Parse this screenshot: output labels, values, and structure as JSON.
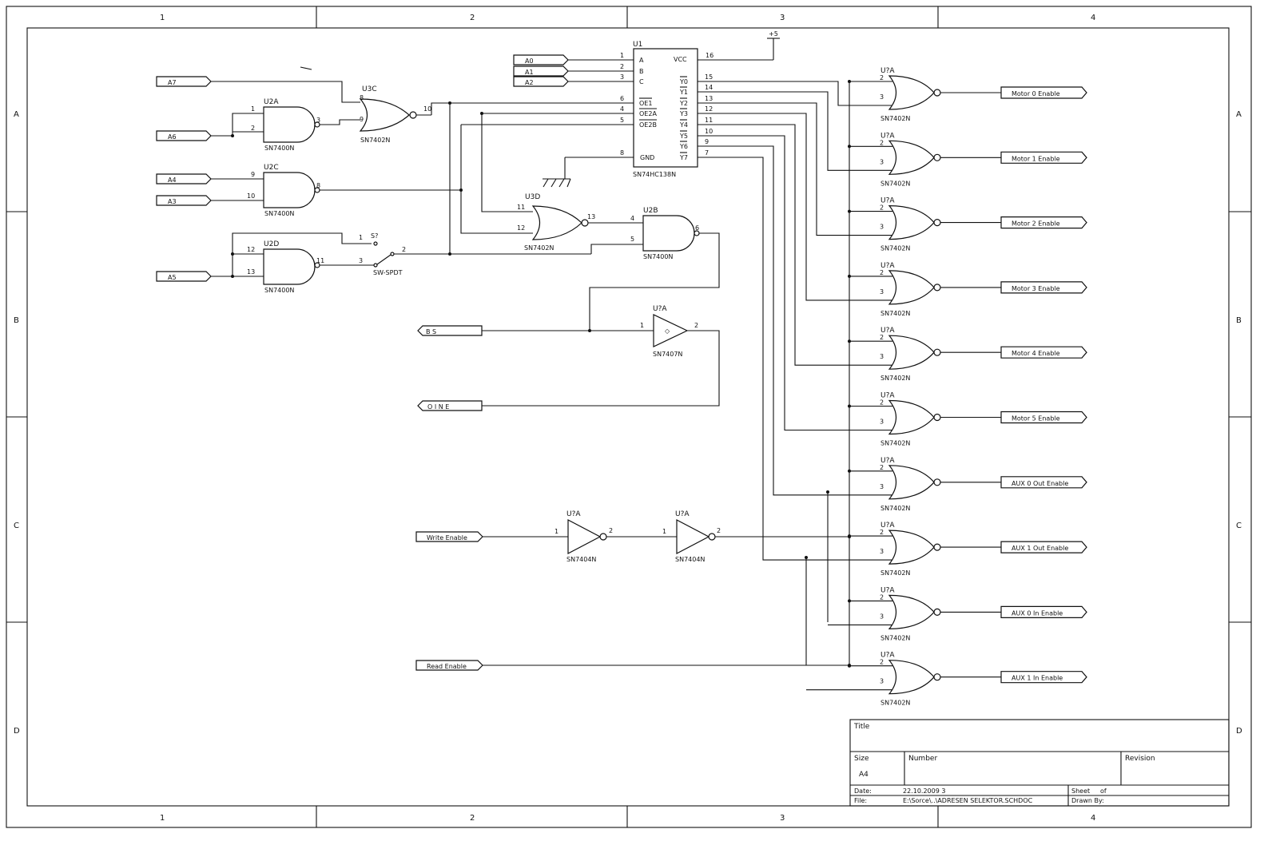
{
  "border": {
    "columns": [
      "1",
      "2",
      "3",
      "4"
    ],
    "rows": [
      "A",
      "B",
      "C",
      "D"
    ]
  },
  "decoder": {
    "ref": "U1",
    "part": "SN74HC138N",
    "in_pins": [
      {
        "num": "1",
        "name": "A"
      },
      {
        "num": "2",
        "name": "B"
      },
      {
        "num": "3",
        "name": "C"
      },
      {
        "num": "6",
        "name": "OE1"
      },
      {
        "num": "4",
        "name": "OE2A"
      },
      {
        "num": "5",
        "name": "OE2B"
      },
      {
        "num": "8",
        "name": "GND"
      }
    ],
    "vcc": {
      "num": "16",
      "name": "VCC"
    },
    "out_pins": [
      {
        "num": "15",
        "name": "Y0"
      },
      {
        "num": "14",
        "name": "Y1"
      },
      {
        "num": "13",
        "name": "Y2"
      },
      {
        "num": "12",
        "name": "Y3"
      },
      {
        "num": "11",
        "name": "Y4"
      },
      {
        "num": "10",
        "name": "Y5"
      },
      {
        "num": "9",
        "name": "Y6"
      },
      {
        "num": "7",
        "name": "Y7"
      }
    ],
    "supply": "+5"
  },
  "inputs": {
    "addr": [
      "A0",
      "A1",
      "A2"
    ],
    "a7": "A7",
    "a6": "A6",
    "a4": "A4",
    "a3": "A3",
    "a5": "A5",
    "bs": "B S",
    "oine": "O I N E",
    "write": "Write Enable",
    "read": "Read Enable"
  },
  "gates": {
    "u3c": {
      "ref": "U3C",
      "part": "SN7402N",
      "p1": "8",
      "p2": "9",
      "out": "10"
    },
    "u2a": {
      "ref": "U2A",
      "part": "SN7400N",
      "p1": "1",
      "p2": "2",
      "out": "3"
    },
    "u2c": {
      "ref": "U2C",
      "part": "SN7400N",
      "p1": "9",
      "p2": "10",
      "out": "8"
    },
    "u2d": {
      "ref": "U2D",
      "part": "SN7400N",
      "p1": "12",
      "p2": "13",
      "out": "11"
    },
    "u3d": {
      "ref": "U3D",
      "part": "SN7402N",
      "p1": "11",
      "p2": "12",
      "out": "13"
    },
    "u2b": {
      "ref": "U2B",
      "part": "SN7400N",
      "p1": "4",
      "p2": "5",
      "out": "6"
    },
    "buf": {
      "ref": "U?A",
      "part": "SN7407N",
      "p1": "1",
      "out": "2"
    },
    "inv1": {
      "ref": "U?A",
      "part": "SN7404N",
      "p1": "1",
      "out": "2"
    },
    "inv2": {
      "ref": "U?A",
      "part": "SN7404N",
      "p1": "1",
      "out": "2"
    }
  },
  "switch": {
    "ref": "S?",
    "part": "SW-SPDT",
    "p1": "1",
    "p2": "2",
    "p3": "3"
  },
  "nor_bank": {
    "ref": "U?A",
    "part": "SN7402N",
    "pinA": "2",
    "pinB": "3",
    "outputs": [
      "Motor 0 Enable",
      "Motor 1 Enable",
      "Motor 2 Enable",
      "Motor 3 Enable",
      "Motor 4 Enable",
      "Motor 5 Enable",
      "AUX 0 Out Enable",
      "AUX 1 Out Enable",
      "AUX 0 In Enable",
      "AUX 1 In Enable"
    ]
  },
  "title_block": {
    "title_label": "Title",
    "size_label": "Size",
    "size_value": "A4",
    "number_label": "Number",
    "revision_label": "Revision",
    "date_label": "Date:",
    "date_value": "22.10.2009 3",
    "file_label": "File:",
    "file_value": "E:\\Sorce\\..\\ADRESEN SELEKTOR.SCHDOC",
    "sheet_label": "Sheet",
    "of_label": "of",
    "drawn_label": "Drawn By:"
  }
}
